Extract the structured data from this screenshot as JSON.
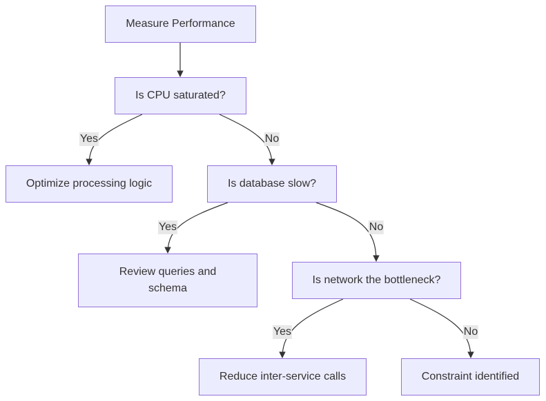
{
  "nodes": {
    "measure": "Measure Performance",
    "cpu": "Is CPU saturated?",
    "optimize": "Optimize processing logic",
    "database": "Is database slow?",
    "review_line1": "Review queries and",
    "review_line2": "schema",
    "network": "Is network the bottleneck?",
    "reduce": "Reduce inter-service calls",
    "constraint": "Constraint identified"
  },
  "edge_labels": {
    "cpu_yes": "Yes",
    "cpu_no": "No",
    "db_yes": "Yes",
    "db_no": "No",
    "net_yes": "Yes",
    "net_no": "No"
  },
  "colors": {
    "node_fill": "#ececff",
    "node_border": "#9370db",
    "edge": "#333333",
    "label_bg": "#e8e8e8"
  }
}
